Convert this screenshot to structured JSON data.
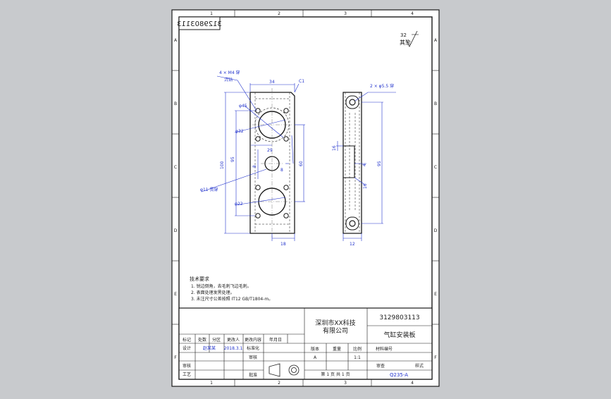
{
  "drawing": {
    "drawing_code_mirrored": "3129803113",
    "roughness": "32",
    "roughness_label": "其余",
    "grid_numbers": [
      "1",
      "2",
      "3",
      "4"
    ],
    "grid_letters": [
      "A",
      "B",
      "C",
      "D",
      "E",
      "F"
    ],
    "front_view_dims": {
      "holes_4": "4 × M4 穿",
      "holes_4_sub": "沉钻",
      "width_top": "34",
      "chamfer": "C1",
      "d45": "φ45",
      "d32": "φ32",
      "pitch_vertical": "95",
      "total_length": "100",
      "center_29": "29",
      "hole_8": "8",
      "side_8": "8",
      "side_60": "60",
      "thru_hole": "φ11 贯穿",
      "d22": "φ22",
      "bottom_18": "18"
    },
    "side_view_dims": {
      "holes_2": "2 × φ5.5 穿",
      "depth_16": "16",
      "depth_4": "4",
      "step_16": "16",
      "height_95": "95",
      "width_12": "12"
    },
    "tech_notes": {
      "title": "技术要求",
      "items": [
        "1. 锐边倒角，去毛刺飞边毛刺。",
        "2. 表面处理发黑处理。",
        "3. 未注尺寸公差按照 IT12 GB/T1804-m。"
      ]
    },
    "title_block": {
      "company_line1": "深圳市XX科技",
      "company_line2": "有限公司",
      "drawing_number": "3129803113",
      "part_name": "气缸安装板",
      "material": "Q235-A",
      "scale_label": "比例",
      "scale": "1:1",
      "weight_label": "重量",
      "version_label": "版本",
      "version": "A",
      "sheet_text": "第 1 页  共 1 页",
      "row_labels": [
        "标记",
        "处数",
        "分区",
        "更改人",
        "更改内容",
        "年月日"
      ],
      "designer_label": "设计",
      "designer": "赵某某",
      "date": "2018.3.1",
      "standard_label": "标准化",
      "check_label": "审核",
      "craft_label": "工艺",
      "approve_label": "批准",
      "review_label": "审查",
      "material_hint": "材料编号",
      "sample": "样式"
    }
  }
}
